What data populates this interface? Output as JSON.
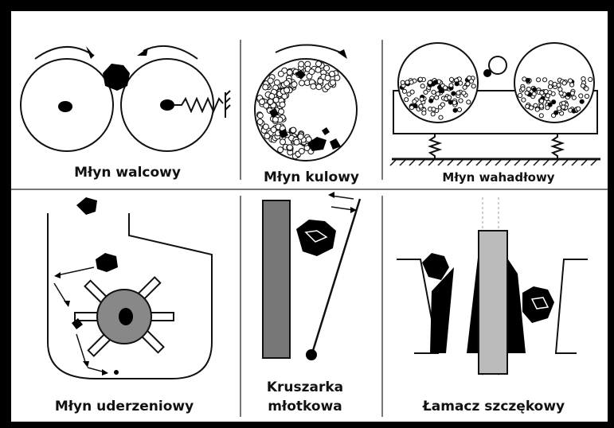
{
  "labels": {
    "roller_mill": "Młyn walcowy",
    "ball_mill": "Młyn kulowy",
    "vibratory_mill": "Młyn wahadłowy",
    "impact_mill": "Młyn uderzeniowy",
    "hammer_crusher": [
      "Kruszarka",
      "młotkowa"
    ],
    "jaw_crusher": "Łamacz szczękowy"
  },
  "colors": {
    "frame": "#000000",
    "background": "#ffffff",
    "divider": "#777777",
    "line": "#111111",
    "rotor": "#888888",
    "plate": "#777777",
    "jaw_plate": "#bbbbbb"
  }
}
